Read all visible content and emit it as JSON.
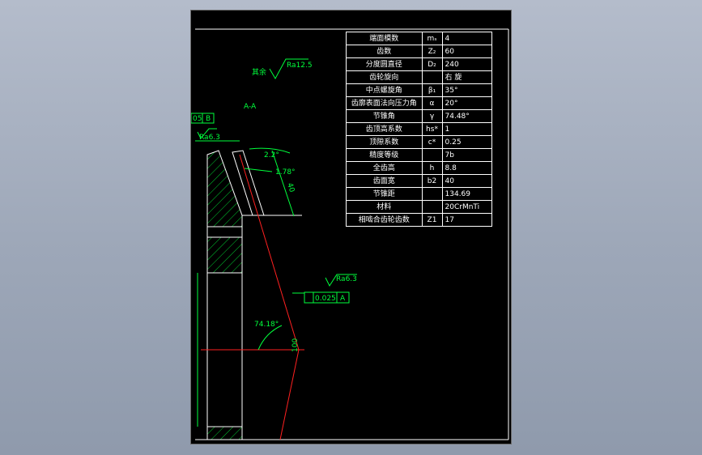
{
  "table": {
    "rows": [
      {
        "name": "端面模数",
        "symbol": "mₛ",
        "value": "4"
      },
      {
        "name": "齿数",
        "symbol": "Z₂",
        "value": "60"
      },
      {
        "name": "分度圆直径",
        "symbol": "D₂",
        "value": "240"
      },
      {
        "name": "齿轮旋向",
        "symbol": "",
        "value": "右 旋"
      },
      {
        "name": "中点螺旋角",
        "symbol": "β₁",
        "value": "35°"
      },
      {
        "name": "齿廓表面法向压力角",
        "symbol": "α",
        "value": "20°"
      },
      {
        "name": "节锥角",
        "symbol": "γ",
        "value": "74.48°"
      },
      {
        "name": "齿顶高系数",
        "symbol": "hs*",
        "value": "1"
      },
      {
        "name": "顶隙系数",
        "symbol": "c*",
        "value": "0.25"
      },
      {
        "name": "精度等级",
        "symbol": "",
        "value": "7b"
      },
      {
        "name": "全齿高",
        "symbol": "h",
        "value": "8.8"
      },
      {
        "name": "齿面宽",
        "symbol": "b2",
        "value": "40"
      },
      {
        "name": "节锥距",
        "symbol": "",
        "value": "134.69"
      },
      {
        "name": "材料",
        "symbol": "",
        "value": "20CrMnTi"
      },
      {
        "name": "相啮合齿轮齿数",
        "symbol": "Z1",
        "value": "17"
      }
    ]
  },
  "drawing": {
    "roughness_remainder_label": "其余",
    "roughness_remainder_value": "Ra12.5",
    "section_label": "A-A",
    "left_frame_symbol": "B",
    "left_frame_value": "05",
    "roughness_left_value": "Ra6.3",
    "angle_top": "2.2°",
    "angle_second": "1.78°",
    "face_width_dim": "40",
    "roughness_right_value": "Ra6.3",
    "tolerance_value": "0.025",
    "tolerance_datum": "A",
    "pitch_angle_dim": "74.18°",
    "bore_dim": "100"
  },
  "colors": {
    "outline": "#ffffff",
    "annotation": "#00ff3c",
    "centerline": "#ff2020",
    "background": "#000000"
  }
}
